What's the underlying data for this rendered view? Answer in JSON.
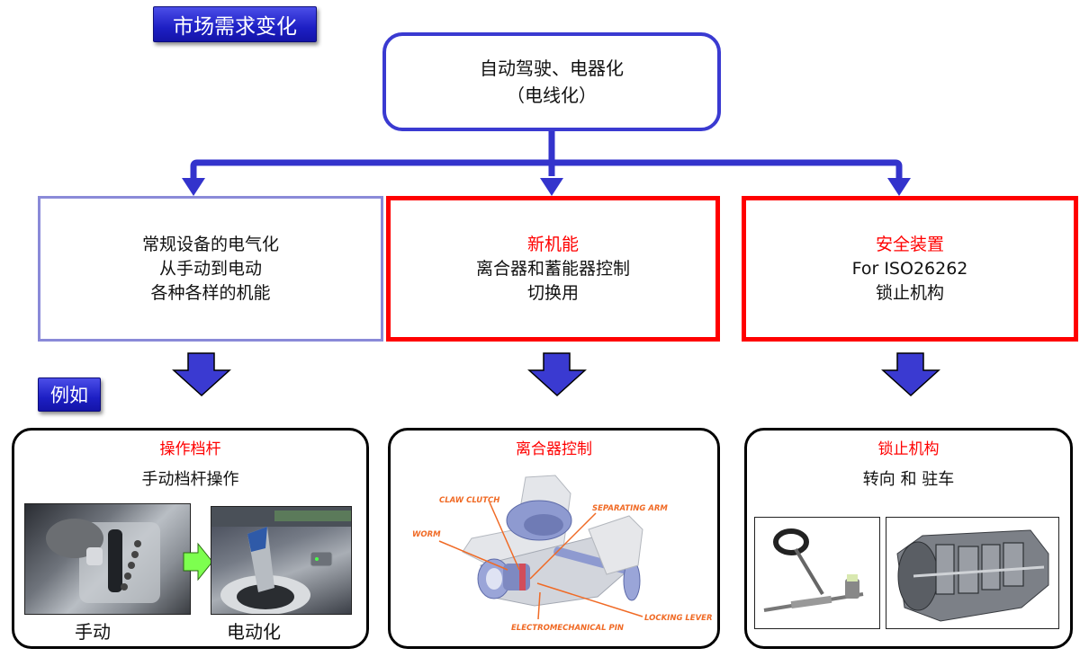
{
  "header": {
    "title_tag": "市场需求变化"
  },
  "top_box": {
    "line1": "自动驾驶、电器化",
    "line2": "（电线化）"
  },
  "categories": [
    {
      "lines": [
        "常规设备的电气化",
        "从手动到电动",
        "各种各样的机能"
      ]
    },
    {
      "heading": "新机能",
      "lines": [
        "离合器和蓄能器控制",
        "切换用"
      ]
    },
    {
      "heading": "安全装置",
      "lines": [
        "For ISO26262",
        "锁止机构"
      ]
    }
  ],
  "example_tag": "例如",
  "examples": [
    {
      "title": "操作档杆",
      "subtitle": "手动档杆操作",
      "captions": [
        "手动",
        "电动化"
      ]
    },
    {
      "title": "离合器控制",
      "callouts": [
        "CLAW CLUTCH",
        "WORM",
        "SEPARATING  ARM",
        "LOCKING LEVER",
        "ELECTROMECHANICAL PIN"
      ]
    },
    {
      "title": "锁止机构",
      "subtitle": "转向 和 驻车"
    }
  ],
  "colors": {
    "primary_blue": "#3a3ad1",
    "accent_red": "#ff0000",
    "callout_orange": "#f06a25",
    "arrow_green": "#7dff4f"
  },
  "icons": {
    "flow_arrow": "arrow-down-icon",
    "transition_arrow": "arrow-right-icon"
  }
}
